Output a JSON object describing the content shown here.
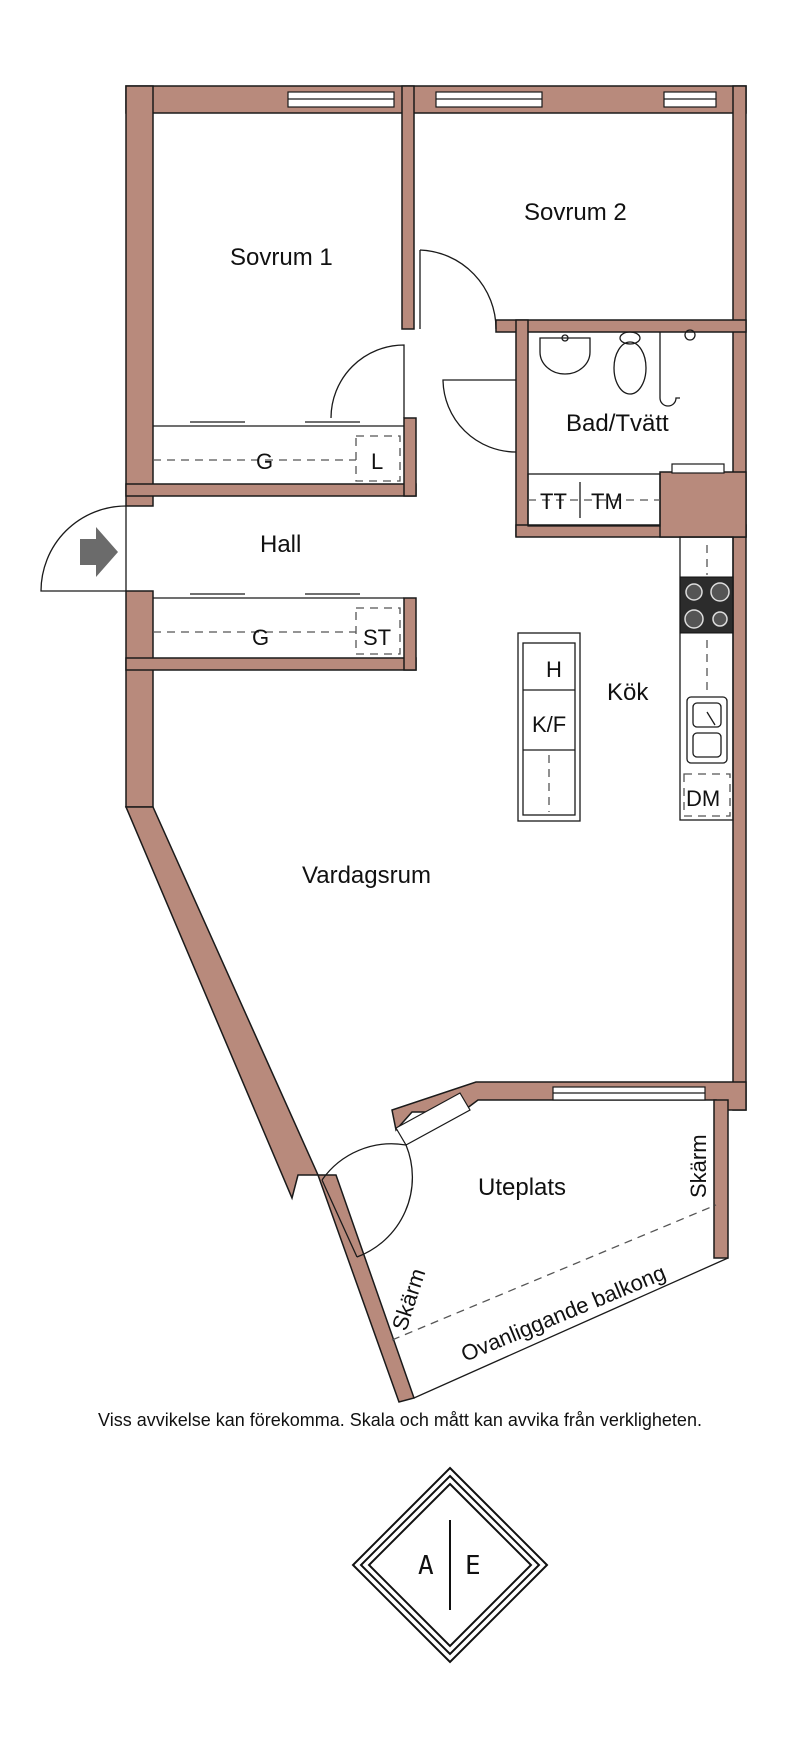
{
  "rooms": {
    "bedroom1": "Sovrum 1",
    "bedroom2": "Sovrum 2",
    "bath": "Bad/Tvätt",
    "hall": "Hall",
    "kitchen": "Kök",
    "living": "Vardagsrum",
    "patio": "Uteplats"
  },
  "fixtures": {
    "wardrobe_g1": "G",
    "linen": "L",
    "wardrobe_g2": "G",
    "storage": "ST",
    "dryer": "TT",
    "washer": "TM",
    "oven": "H",
    "fridge": "K/F",
    "dishwasher": "DM"
  },
  "annotations": {
    "screen_left": "Skärm",
    "screen_right": "Skärm",
    "balcony_above": "Ovanliggande balkong"
  },
  "disclaimer": "Viss avvikelse kan förekomma. Skala och mått kan avvika från verkligheten.",
  "logo": {
    "left": "A",
    "right": "E",
    "icon": "diamond-logo-icon"
  },
  "colors": {
    "wall": "#b88a7c"
  },
  "icons": {
    "entrance": "entrance-arrow-icon"
  }
}
